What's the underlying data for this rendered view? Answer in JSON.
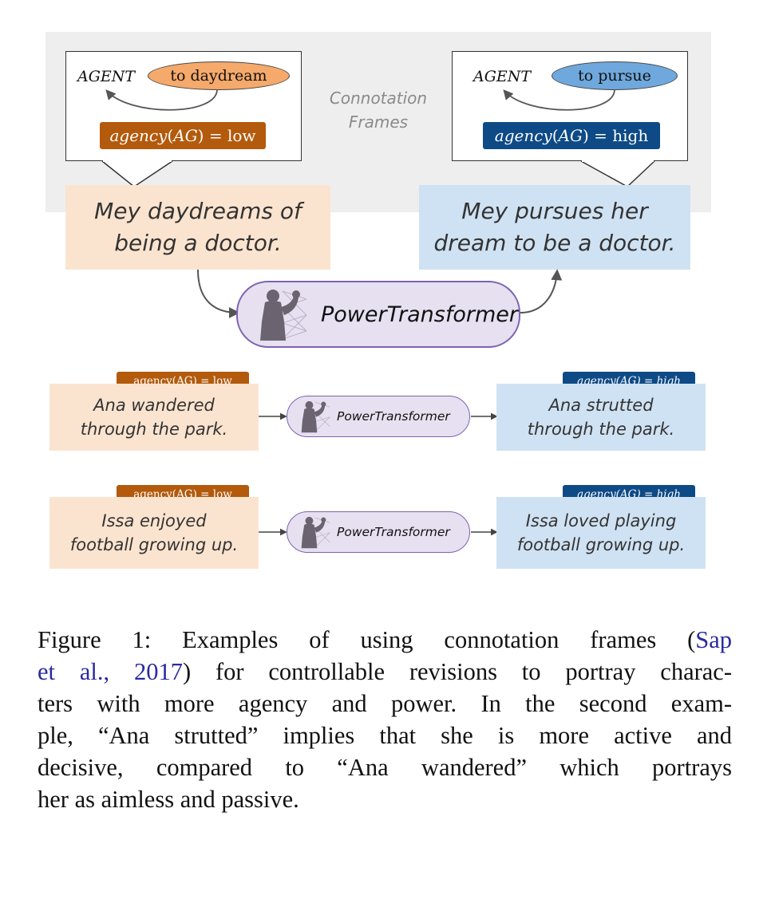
{
  "figure": {
    "connotation_label_line1": "Connotation",
    "connotation_label_line2": "Frames",
    "left_frame": {
      "agent": "AGENT",
      "verb": "to daydream",
      "tag_fn": "agency",
      "tag_arg": "AG",
      "tag_value": "= low"
    },
    "right_frame": {
      "agent": "AGENT",
      "verb": "to pursue",
      "tag_fn": "agency",
      "tag_arg": "AG",
      "tag_value": "= high"
    },
    "main_example": {
      "source_line1": "Mey daydreams of",
      "source_line2": "being a doctor.",
      "target_line1": "Mey pursues her",
      "target_line2": "dream to be a doctor.",
      "model": "PowerTransformer"
    },
    "examples": [
      {
        "source_tag": "agency(AG) = low",
        "source_line1": "Ana wandered",
        "source_line2": "through the park.",
        "model": "PowerTransformer",
        "target_tag": "agency(AG) = high",
        "target_line1": "Ana strutted",
        "target_line2": "through the park."
      },
      {
        "source_tag": "agency(AG) = low",
        "source_line1": "Issa enjoyed",
        "source_line2": "football growing up.",
        "model": "PowerTransformer",
        "target_tag": "agency(AG) = high",
        "target_line1": "Issa loved playing",
        "target_line2": "football growing up."
      }
    ],
    "colors": {
      "low": "#b35a0c",
      "high": "#0e4a86",
      "daydream_ellipse": "#f5a96b",
      "pursue_ellipse": "#6fa8dc",
      "peach_box": "#fbe4cf",
      "blue_box": "#cfe2f3",
      "pill_fill": "#e6e0f0",
      "pill_border": "#7d62b0"
    }
  },
  "caption": {
    "line1_pre": "Figure 1: Examples of using connotation frames (",
    "line1_cite": "Sap",
    "line2_cite": "et al., 2017",
    "line2_post": ") for controllable revisions to portray charac-",
    "line3": "ters with more agency and power. In the second exam-",
    "line4": "ple, “Ana strutted” implies that she is more active and",
    "line5": "decisive, compared to “Ana wandered” which portrays",
    "line6": "her as aimless and passive."
  }
}
